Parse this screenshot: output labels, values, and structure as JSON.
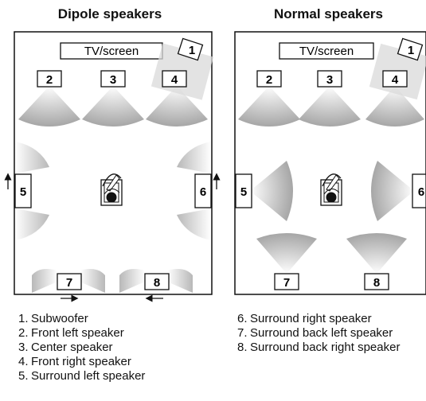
{
  "panels": [
    {
      "title": "Dipole speakers",
      "screen_label": "TV/screen",
      "speaker_numbers": [
        "1",
        "2",
        "3",
        "4",
        "5",
        "6",
        "7",
        "8"
      ]
    },
    {
      "title": "Normal speakers",
      "screen_label": "TV/screen",
      "speaker_numbers": [
        "1",
        "2",
        "3",
        "4",
        "5",
        "6",
        "7",
        "8"
      ]
    }
  ],
  "legend": [
    {
      "num": "1.",
      "text": "Subwoofer"
    },
    {
      "num": "2.",
      "text": "Front left speaker"
    },
    {
      "num": "3.",
      "text": "Center speaker"
    },
    {
      "num": "4.",
      "text": "Front right speaker"
    },
    {
      "num": "5.",
      "text": "Surround left speaker"
    },
    {
      "num": "6.",
      "text": "Surround right speaker"
    },
    {
      "num": "7.",
      "text": "Surround back left speaker"
    },
    {
      "num": "8.",
      "text": "Surround back right speaker"
    }
  ]
}
